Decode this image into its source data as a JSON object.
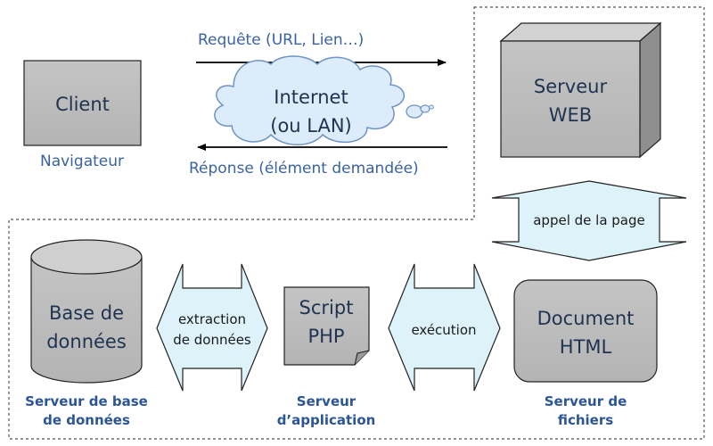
{
  "client": {
    "label": "Client",
    "caption": "Navigateur"
  },
  "internet": {
    "line1": "Internet",
    "line2": "(ou LAN)"
  },
  "request_label": "Requête (URL, Lien…)",
  "response_label": "Réponse (élément demandée)",
  "web_server": {
    "line1": "Serveur",
    "line2": "WEB"
  },
  "call_label": "appel de la page",
  "database": {
    "line1": "Base de",
    "line2": "données",
    "caption1": "Serveur de base",
    "caption2": "de données"
  },
  "extraction": {
    "line1": "extraction",
    "line2": "de données"
  },
  "script": {
    "line1": "Script",
    "line2": "PHP",
    "caption1": "Serveur",
    "caption2": "d’application"
  },
  "execution_label": "exécution",
  "document": {
    "line1": "Document",
    "line2": "HTML",
    "caption1": "Serveur de",
    "caption2": "fichiers"
  }
}
